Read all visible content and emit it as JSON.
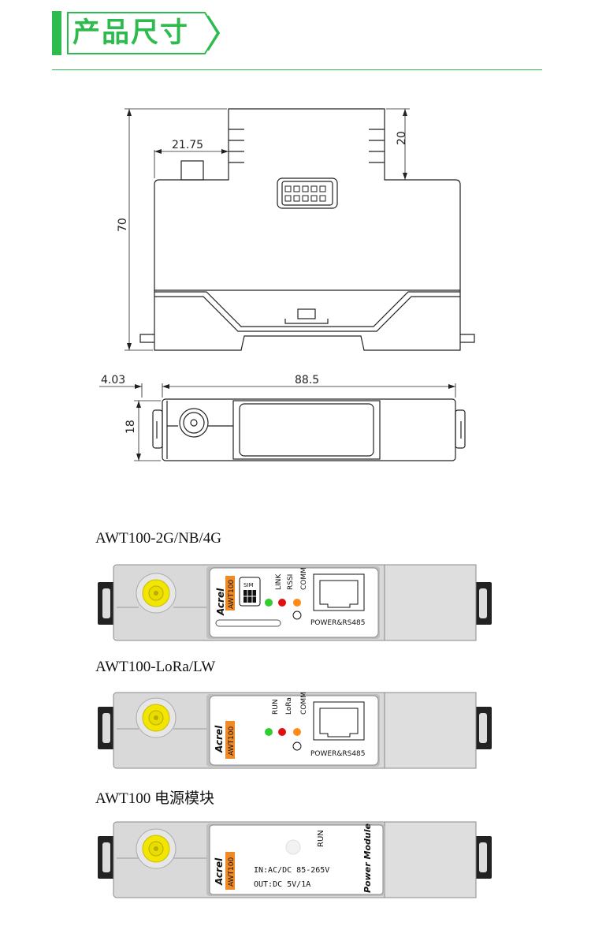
{
  "header": {
    "title": "产品尺寸"
  },
  "dimensions": {
    "width_top": "21.75",
    "height_right": "20",
    "height_total": "70",
    "offset_left": "4.03",
    "length": "88.5",
    "depth": "18"
  },
  "models": [
    {
      "label": "AWT100-2G/NB/4G",
      "brand": "Acrel",
      "model_tag": "AWT100",
      "sim_label": "SIM",
      "leds": [
        "LINK",
        "RSSI",
        "COMM"
      ],
      "port_label": "POWER&RS485"
    },
    {
      "label": "AWT100-LoRa/LW",
      "brand": "Acrel",
      "model_tag": "AWT100",
      "leds": [
        "RUN",
        "LoRa",
        "COMM"
      ],
      "port_label": "POWER&RS485"
    },
    {
      "label": "AWT100 电源模块",
      "brand": "Acrel",
      "model_tag": "AWT100",
      "leds": [
        "RUN"
      ],
      "input_text": "IN:AC/DC 85-265V",
      "output_text": "OUT:DC 5V/1A",
      "side_label": "Power Module"
    }
  ],
  "colors": {
    "accent": "#2dbb4e",
    "led_green": "#33cc33",
    "led_red": "#e01010",
    "led_orange": "#ff8c1a",
    "antenna": "#f2e600",
    "tag_orange": "#f08a24"
  }
}
